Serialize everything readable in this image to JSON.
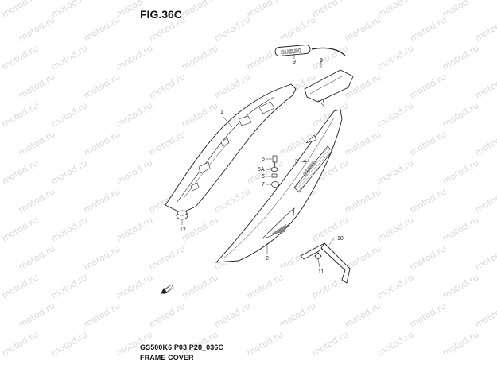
{
  "figure": {
    "title": "FIG.36C",
    "code": "GS500K6 P03 P28_036C",
    "caption": "FRAME COVER"
  },
  "watermark": {
    "text": "motod.ru",
    "color": "#d9d9d9"
  },
  "callouts": {
    "c1": "1",
    "c2": "2",
    "c3_4": "3 - 4",
    "c5": "5",
    "c5a": "5A",
    "c6": "6",
    "c7": "7",
    "c8": "8",
    "c9": "9",
    "c10": "10",
    "c11": "11",
    "c12": "12"
  },
  "emblems": {
    "top_badge": "SUZUKI",
    "side_decal": "GS500"
  }
}
